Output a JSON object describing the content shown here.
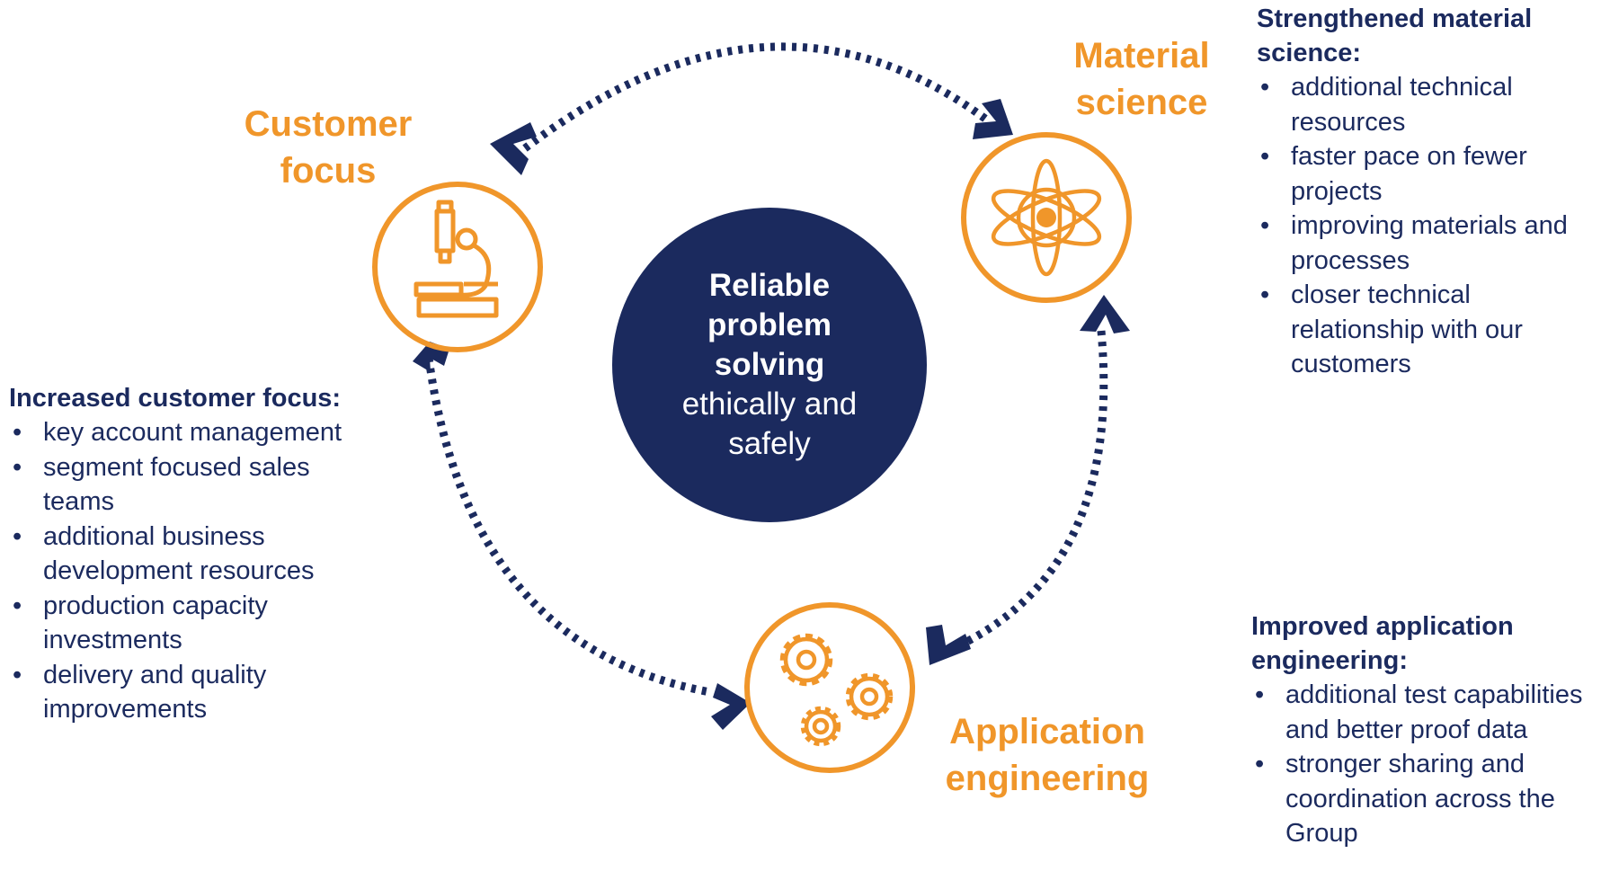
{
  "colors": {
    "orange": "#F0962A",
    "navy": "#1B2A5E",
    "white": "#ffffff"
  },
  "hub": {
    "bold_lines": [
      "Reliable",
      "problem",
      "solving"
    ],
    "regular_lines": [
      "ethically and",
      "safely"
    ]
  },
  "nodes": {
    "customer": {
      "title_lines": [
        "Customer",
        "focus"
      ],
      "icon": "microscope-icon"
    },
    "material": {
      "title_lines": [
        "Material",
        "science"
      ],
      "icon": "atom-icon"
    },
    "application": {
      "title_lines": [
        "Application",
        "engineering"
      ],
      "icon": "gears-icon"
    }
  },
  "panels": {
    "customer": {
      "heading": "Increased customer focus:",
      "items": [
        "key account management",
        "segment focused sales teams",
        "additional business development resources",
        "production capacity investments",
        "delivery and quality improvements"
      ]
    },
    "material": {
      "heading": "Strengthened material science:",
      "items": [
        "additional technical resources",
        "faster pace on fewer projects",
        "improving materials and processes",
        "closer technical relationship with our customers"
      ]
    },
    "application": {
      "heading": "Improved application engineering:",
      "items": [
        "additional test capabilities and better proof data",
        "stronger sharing and coordination across the Group"
      ]
    }
  }
}
